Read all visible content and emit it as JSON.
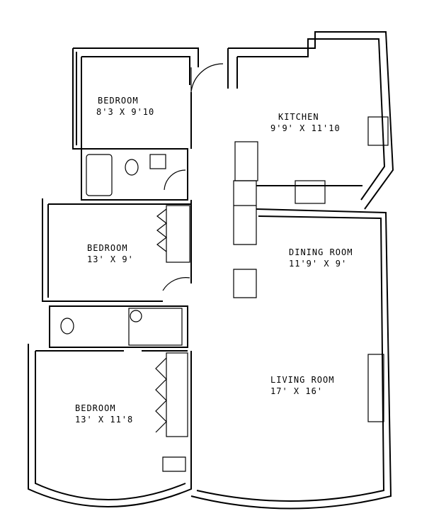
{
  "title": "Apartment floor plan",
  "rooms": [
    {
      "name": "BEDROOM",
      "size": "8'3 X 9'10"
    },
    {
      "name": "KITCHEN",
      "size": "9'9' X 11'10"
    },
    {
      "name": "BEDROOM",
      "size": "13' X 9'"
    },
    {
      "name": "DINING ROOM",
      "size": "11'9' X 9'"
    },
    {
      "name": "LIVING ROOM",
      "size": "17' X 16'"
    },
    {
      "name": "BEDROOM",
      "size": "13' X 11'8"
    }
  ],
  "colors": {
    "line": "#000000",
    "background": "#ffffff"
  }
}
